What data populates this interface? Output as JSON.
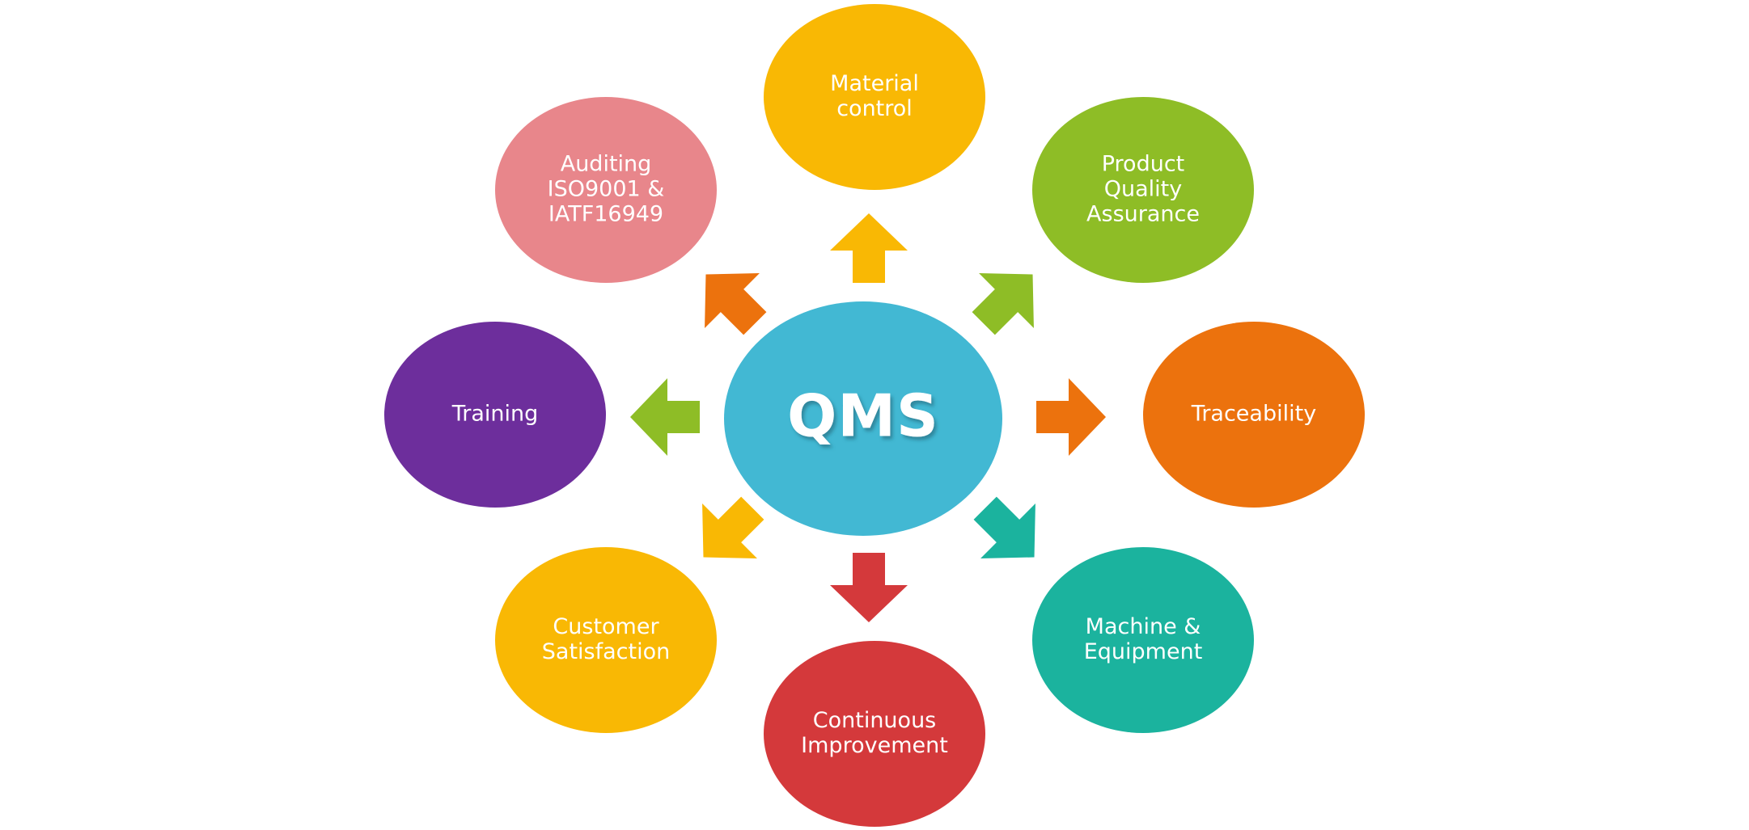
{
  "center": {
    "label": "QMS",
    "color": "#42b8d3"
  },
  "nodes": [
    {
      "id": "material-control",
      "lines": [
        "Material",
        "control"
      ],
      "color": "#f9b804",
      "arrow_color": "#f9b804"
    },
    {
      "id": "product-quality-assurance",
      "lines": [
        "Product",
        "Quality",
        "Assurance"
      ],
      "color": "#8ebd26",
      "arrow_color": "#8ebd26"
    },
    {
      "id": "traceability",
      "lines": [
        "Traceability"
      ],
      "color": "#ec720d",
      "arrow_color": "#ec720d"
    },
    {
      "id": "machine-equipment",
      "lines": [
        "Machine &",
        "Equipment"
      ],
      "color": "#1bb39e",
      "arrow_color": "#1bb39e"
    },
    {
      "id": "continuous-improvement",
      "lines": [
        "Continuous",
        "Improvement"
      ],
      "color": "#d4393b",
      "arrow_color": "#d4393b"
    },
    {
      "id": "customer-satisfaction",
      "lines": [
        "Customer",
        "Satisfaction"
      ],
      "color": "#f9b804",
      "arrow_color": "#f9b804"
    },
    {
      "id": "training",
      "lines": [
        "Training"
      ],
      "color": "#6d2e9c",
      "arrow_color": "#8ebd26"
    },
    {
      "id": "auditing",
      "lines": [
        "Auditing",
        "ISO9001 &",
        "IATF16949"
      ],
      "color": "#e8868b",
      "arrow_color": "#ec720d"
    }
  ]
}
